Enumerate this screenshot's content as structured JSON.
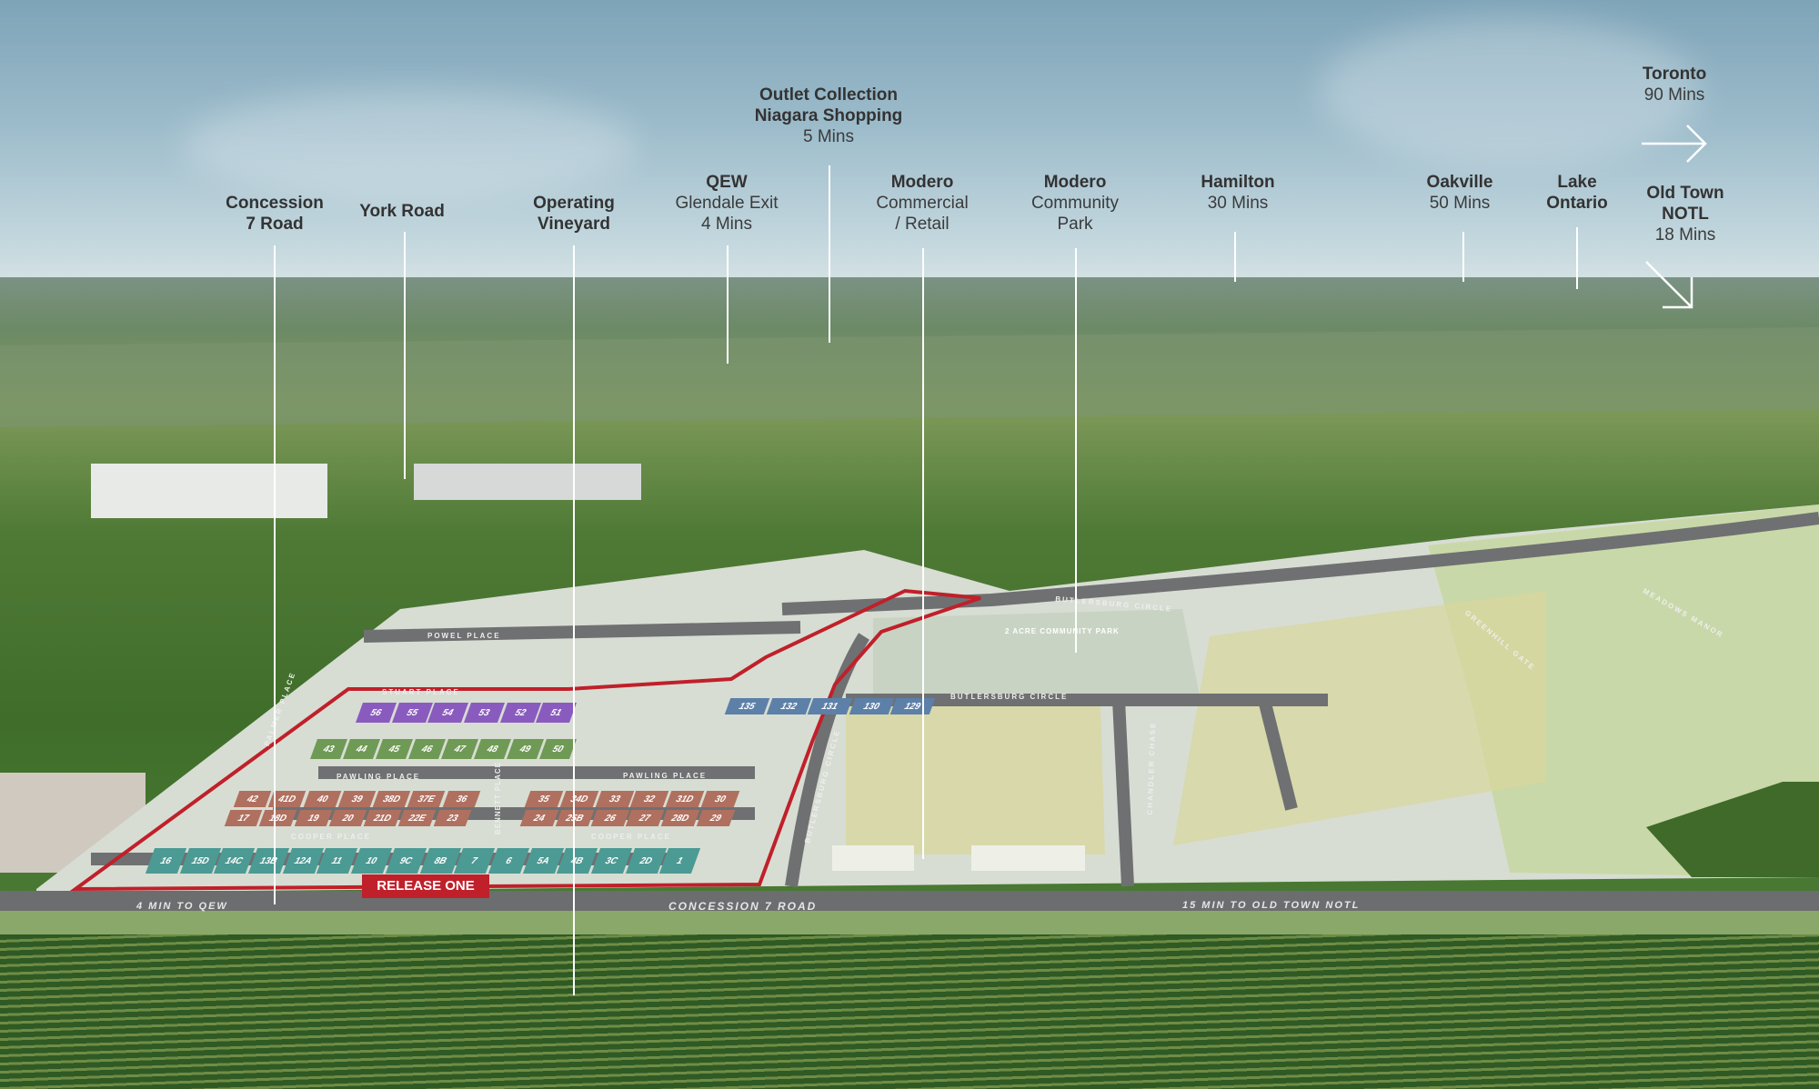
{
  "callouts": [
    {
      "id": "concession-7-road",
      "title": "Concession 7 Road",
      "sub": ""
    },
    {
      "id": "york-road",
      "title": "York Road",
      "sub": ""
    },
    {
      "id": "operating-vineyard",
      "title": "Operating Vineyard",
      "sub": ""
    },
    {
      "id": "qew",
      "title": "QEW",
      "sub": "Glendale Exit",
      "time": "4 Mins"
    },
    {
      "id": "outlet-collection",
      "title": "Outlet Collection",
      "title2": "Niagara Shopping",
      "time": "5 Mins"
    },
    {
      "id": "modero-commercial",
      "title": "Modero",
      "sub": "Commercial",
      "sub2": "/ Retail"
    },
    {
      "id": "modero-park",
      "title": "Modero",
      "sub": "Community",
      "sub2": "Park"
    },
    {
      "id": "hamilton",
      "title": "Hamilton",
      "time": "30 Mins"
    },
    {
      "id": "oakville",
      "title": "Oakville",
      "time": "50 Mins"
    },
    {
      "id": "lake-ontario",
      "title": "Lake",
      "title2": "Ontario"
    },
    {
      "id": "toronto",
      "title": "Toronto",
      "time": "90 Mins"
    },
    {
      "id": "old-town-notl",
      "title": "Old Town",
      "title2": "NOTL",
      "time": "18 Mins"
    }
  ],
  "labels": {
    "concession_a": "Concession",
    "concession_b": "7 Road",
    "operating_a": "Operating",
    "operating_b": "Vineyard"
  },
  "release_badge": "RELEASE ONE",
  "road": {
    "name": "CONCESSION 7 ROAD",
    "left": "4 MIN TO QEW",
    "right": "15 MIN TO OLD TOWN NOTL"
  },
  "streets": [
    "POWEL PLACE",
    "STUART PLACE",
    "PALMER PLACE",
    "PAWLING PLACE",
    "PAWLING PLACE",
    "COOPER PLACE",
    "COOPER PLACE",
    "BENNETT PLACE",
    "BUTLERSBURG CIRCLE",
    "BUTLERSBURG CIRCLE",
    "BUTLERSBURG CIRCLE",
    "CHANDLER CHASE",
    "GREENHILL GATE",
    "MEADOWS MANOR"
  ],
  "park_label": "2 ACRE COMMUNITY PARK",
  "lots": {
    "teal": [
      "16",
      "15D",
      "14C",
      "13B",
      "12A",
      "11",
      "10",
      "9C",
      "8B",
      "7",
      "6",
      "5A",
      "4B",
      "3C",
      "2D",
      "1"
    ],
    "brown_top": [
      "42",
      "41D",
      "40",
      "39",
      "38D",
      "37E",
      "36",
      "35",
      "34D",
      "33",
      "32",
      "31D",
      "30"
    ],
    "brown_bottom": [
      "17",
      "18D",
      "19",
      "20",
      "21D",
      "22E",
      "23",
      "24",
      "25B",
      "26",
      "27",
      "28D",
      "29"
    ],
    "purple": [
      "56",
      "55",
      "54",
      "53",
      "52",
      "51"
    ],
    "green_a": [
      "43",
      "44",
      "45",
      "46",
      "47",
      "48",
      "49",
      "50"
    ],
    "blue": [
      "135",
      "132",
      "131",
      "130",
      "129"
    ]
  },
  "colors": {
    "release": "#c0202a",
    "teal": "#4c9a94",
    "brown": "#b0705f",
    "purple": "#8a5bbf",
    "green": "#6f9a55",
    "blue": "#5d80a8"
  }
}
